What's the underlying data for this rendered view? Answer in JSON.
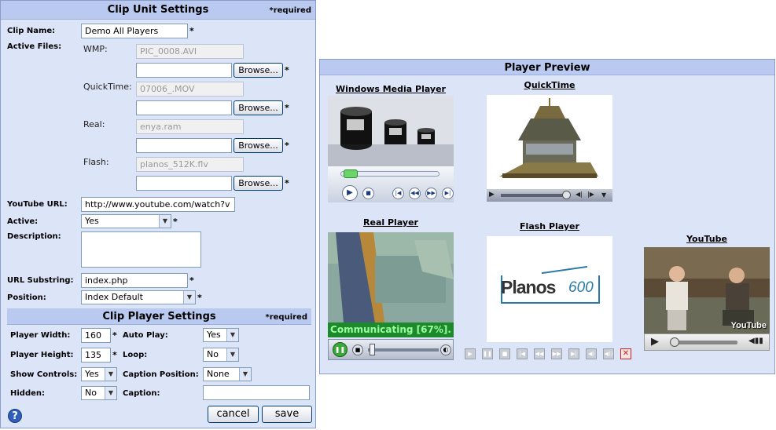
{
  "clip_unit": {
    "title": "Clip Unit Settings",
    "required_note": "*required",
    "clip_name_label": "Clip Name:",
    "clip_name_value": "Demo All Players",
    "active_files_label": "Active Files:",
    "files": [
      {
        "label": "WMP:",
        "value": "PIC_0008.AVI"
      },
      {
        "label": "QuickTime:",
        "value": "07006_.MOV"
      },
      {
        "label": "Real:",
        "value": "enya.ram"
      },
      {
        "label": "Flash:",
        "value": "planos_512K.flv"
      }
    ],
    "browse_label": "Browse...",
    "youtube_label": "YouTube URL:",
    "youtube_value": "http://www.youtube.com/watch?v",
    "active_label": "Active:",
    "active_value": "Yes",
    "description_label": "Description:",
    "url_substring_label": "URL Substring:",
    "url_substring_value": "index.php",
    "position_label": "Position:",
    "position_value": "Index Default",
    "asterisk": "*"
  },
  "clip_player": {
    "title": "Clip Player Settings",
    "required_note": "*required",
    "width_label": "Player Width:",
    "width_value": "160",
    "height_label": "Player Height:",
    "height_value": "135",
    "show_controls_label": "Show Controls:",
    "show_controls_value": "Yes",
    "hidden_label": "Hidden:",
    "hidden_value": "No",
    "autoplay_label": "Auto Play:",
    "autoplay_value": "Yes",
    "loop_label": "Loop:",
    "loop_value": "No",
    "caption_position_label": "Caption Position:",
    "caption_position_value": "None",
    "caption_label": "Caption:",
    "caption_value": ""
  },
  "actions": {
    "help": "?",
    "cancel": "cancel",
    "save": "save"
  },
  "preview": {
    "title": "Player Preview",
    "wmp_title": "Windows Media Player",
    "quicktime_title": "QuickTime",
    "real_title": "Real Player",
    "flash_title": "Flash Player",
    "youtube_title": "YouTube",
    "real_status": "Communicating [67%].",
    "flash_logo_text": "Planos",
    "flash_logo_num": "600",
    "youtube_watermark": "YouTube"
  },
  "colors": {
    "panel_bg": "#dce4f7",
    "header_bg": "#b9c9f0",
    "real_status_bg": "#1c8a2c",
    "close_red": "#cc2222"
  }
}
